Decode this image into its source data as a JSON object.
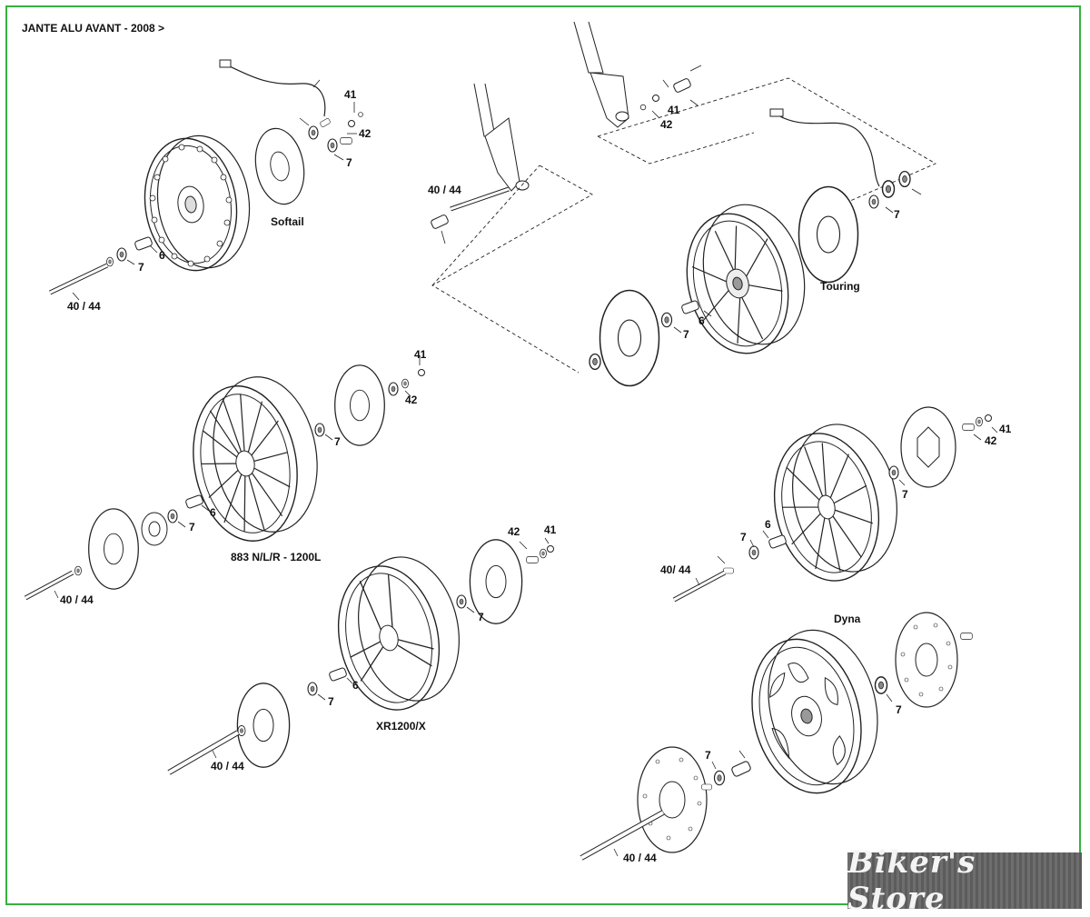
{
  "title": "JANTE   ALU AVANT - 2008 >",
  "colors": {
    "frame": "#36b040",
    "watermark_bg": "#666666",
    "ink": "#111111"
  },
  "watermark": "Biker's Store",
  "groups": {
    "softail": "Softail",
    "touring": "Touring",
    "sportster": "883 N/L/R - 1200L",
    "dyna": "Dyna",
    "xr": "XR1200/X"
  },
  "parts": {
    "p41": "41",
    "p42": "42",
    "p7": "7",
    "p6": "6",
    "axle": "40 / 44",
    "axle_dyna": "40/ 44"
  }
}
